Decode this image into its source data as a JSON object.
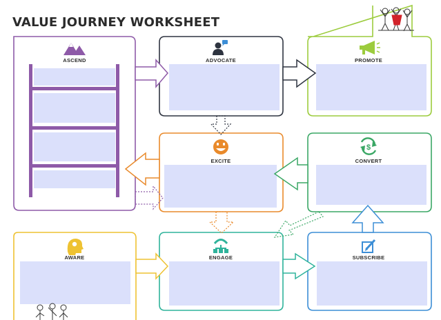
{
  "title": "VALUE JOURNEY WORKSHEET",
  "stages": {
    "ascend": {
      "label": "ASCEND",
      "icon": "mountain-icon",
      "color": "#8e5aa8"
    },
    "advocate": {
      "label": "ADVOCATE",
      "icon": "person-speech-icon",
      "color": "#2e3440"
    },
    "promote": {
      "label": "PROMOTE",
      "icon": "megaphone-icon",
      "color": "#9ccc3d"
    },
    "excite": {
      "label": "EXCITE",
      "icon": "smiley-icon",
      "color": "#e98a2b"
    },
    "convert": {
      "label": "CONVERT",
      "icon": "dollar-cycle-icon",
      "color": "#3aa765"
    },
    "aware": {
      "label": "AWARE",
      "icon": "head-bulb-icon",
      "color": "#eec232"
    },
    "engage": {
      "label": "ENGAGE",
      "icon": "network-icon",
      "color": "#2fb39b"
    },
    "subscribe": {
      "label": "SUBSCRIBE",
      "icon": "edit-square-icon",
      "color": "#3c8ed6"
    }
  },
  "colors": {
    "input_fill": "#dbe0fb",
    "text": "#2b2b2b"
  }
}
